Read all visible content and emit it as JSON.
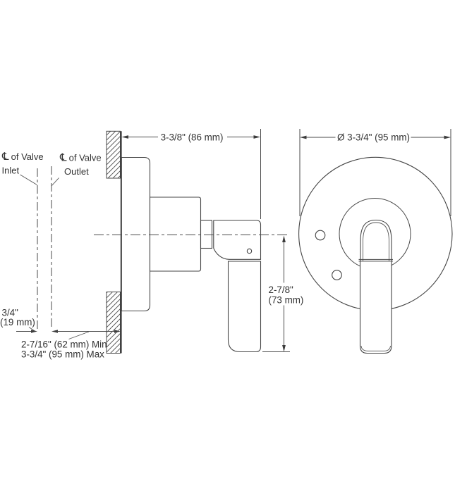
{
  "drawing": {
    "background": "#ffffff",
    "line_color": "#454545",
    "text_color": "#333333",
    "side_view": {
      "labels": {
        "cl_symbol": "℄",
        "of_valve": "of Valve",
        "inlet": "Inlet",
        "outlet": "Outlet"
      },
      "dimensions": {
        "depth": "3-3/8\" (86 mm)",
        "handle_drop_line1": "2-7/8\"",
        "handle_drop_line2": "(73 mm)",
        "offset_line1": "3/4\"",
        "offset_line2": "(19 mm)",
        "wall_depth_min": "2-7/16\" (62 mm) Min",
        "wall_depth_max": "3-3/4\" (95 mm) Max"
      }
    },
    "front_view": {
      "dimensions": {
        "escutcheon_diameter": "Ø 3-3/4\" (95 mm)"
      }
    }
  }
}
